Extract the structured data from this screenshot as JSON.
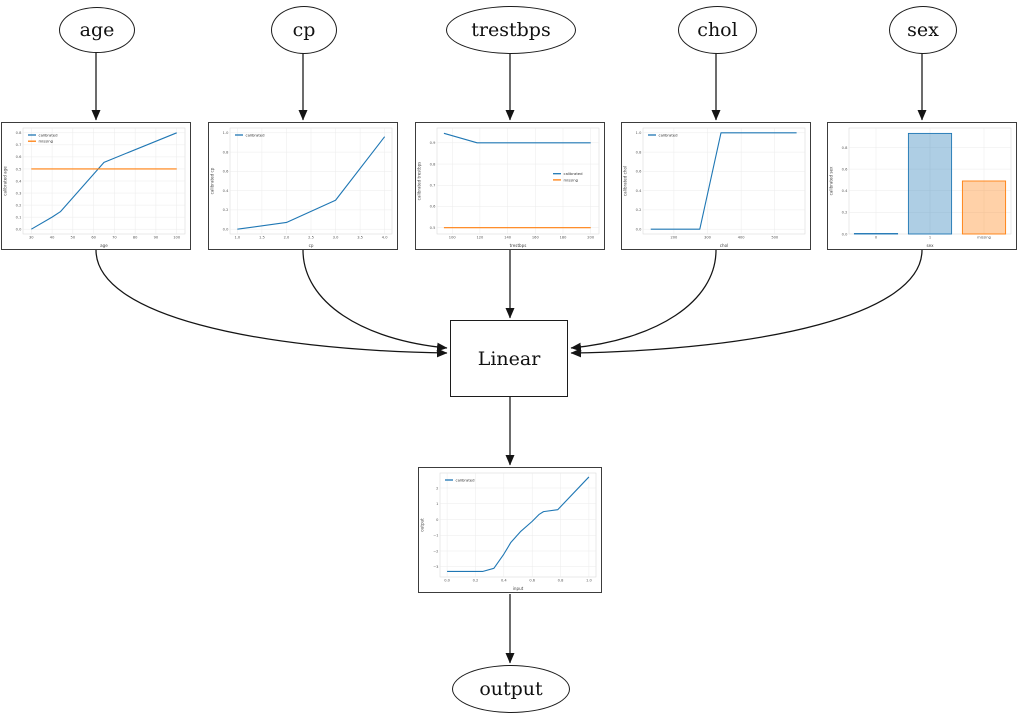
{
  "diagram": {
    "inputs": [
      "age",
      "cp",
      "trestbps",
      "chol",
      "sex"
    ],
    "combiner_label": "Linear",
    "output_label": "output"
  },
  "colors": {
    "calibrated_line": "#1f77b4",
    "missing_line": "#ff7f0e",
    "edge": "#141414",
    "grid": "#ebebeb"
  },
  "chart_data": [
    {
      "name": "age-calibration",
      "type": "line",
      "xlabel": "age",
      "ylabel": "calibrated age",
      "xlim": [
        26,
        104
      ],
      "ylim": [
        -0.04,
        0.84
      ],
      "xticks": [
        30,
        40,
        50,
        60,
        70,
        80,
        90,
        100
      ],
      "xtick_labels": [
        "30",
        "40",
        "50",
        "60",
        "70",
        "80",
        "90",
        "100"
      ],
      "yticks": [
        0.0,
        0.1,
        0.2,
        0.3,
        0.4,
        0.5,
        0.6,
        0.7,
        0.8
      ],
      "ytick_labels": [
        "0.0",
        "0.1",
        "0.2",
        "0.3",
        "0.4",
        "0.5",
        "0.6",
        "0.7",
        "0.8"
      ],
      "legend": {
        "pos": "nw",
        "entries": [
          "calibrated",
          "missing"
        ],
        "colors": [
          "#1f77b4",
          "#ff7f0e"
        ]
      },
      "series": [
        {
          "name": "calibrated",
          "color": "#1f77b4",
          "points": [
            [
              30,
              0.0
            ],
            [
              40,
              0.1
            ],
            [
              44,
              0.145
            ],
            [
              65,
              0.555
            ],
            [
              100,
              0.8
            ]
          ]
        },
        {
          "name": "missing",
          "color": "#ff7f0e",
          "points": [
            [
              30,
              0.5
            ],
            [
              100,
              0.5
            ]
          ]
        }
      ]
    },
    {
      "name": "cp-calibration",
      "type": "line",
      "xlabel": "cp",
      "ylabel": "calibrated cp",
      "xlim": [
        0.85,
        4.15
      ],
      "ylim": [
        -0.05,
        1.05
      ],
      "xticks": [
        1.0,
        1.5,
        2.0,
        2.5,
        3.0,
        3.5,
        4.0
      ],
      "xtick_labels": [
        "1.0",
        "1.5",
        "2.0",
        "2.5",
        "3.0",
        "3.5",
        "4.0"
      ],
      "yticks": [
        0.0,
        0.2,
        0.4,
        0.6,
        0.8,
        1.0
      ],
      "ytick_labels": [
        "0.0",
        "0.2",
        "0.4",
        "0.6",
        "0.8",
        "1.0"
      ],
      "legend": {
        "pos": "nw",
        "entries": [
          "calibrated"
        ],
        "colors": [
          "#1f77b4"
        ]
      },
      "series": [
        {
          "name": "calibrated",
          "color": "#1f77b4",
          "points": [
            [
              1.0,
              0.0
            ],
            [
              2.0,
              0.07
            ],
            [
              3.0,
              0.3
            ],
            [
              4.0,
              0.96
            ]
          ]
        }
      ]
    },
    {
      "name": "trestbps-calibration",
      "type": "line",
      "xlabel": "trestbps",
      "ylabel": "calibrated trestbps",
      "xlim": [
        89,
        206
      ],
      "ylim": [
        0.47,
        0.97
      ],
      "xticks": [
        100,
        120,
        140,
        160,
        180,
        200
      ],
      "xtick_labels": [
        "100",
        "120",
        "140",
        "160",
        "180",
        "200"
      ],
      "yticks": [
        0.5,
        0.6,
        0.7,
        0.8,
        0.9
      ],
      "ytick_labels": [
        "0.5",
        "0.6",
        "0.7",
        "0.8",
        "0.9"
      ],
      "legend": {
        "pos": "e",
        "entries": [
          "calibrated",
          "missing"
        ],
        "colors": [
          "#1f77b4",
          "#ff7f0e"
        ]
      },
      "series": [
        {
          "name": "calibrated",
          "color": "#1f77b4",
          "points": [
            [
              94,
              0.945
            ],
            [
              118,
              0.9
            ],
            [
              200,
              0.9
            ]
          ]
        },
        {
          "name": "missing",
          "color": "#ff7f0e",
          "points": [
            [
              94,
              0.5
            ],
            [
              200,
              0.5
            ]
          ]
        }
      ]
    },
    {
      "name": "chol-calibration",
      "type": "line",
      "xlabel": "chol",
      "ylabel": "calibrated chol",
      "xlim": [
        108,
        590
      ],
      "ylim": [
        -0.05,
        1.05
      ],
      "xticks": [
        200,
        300,
        400,
        500
      ],
      "xtick_labels": [
        "200",
        "300",
        "400",
        "500"
      ],
      "yticks": [
        0.0,
        0.2,
        0.4,
        0.6,
        0.8,
        1.0
      ],
      "ytick_labels": [
        "0.0",
        "0.2",
        "0.4",
        "0.6",
        "0.8",
        "1.0"
      ],
      "legend": {
        "pos": "nw",
        "entries": [
          "calibrated"
        ],
        "colors": [
          "#1f77b4"
        ]
      },
      "series": [
        {
          "name": "calibrated",
          "color": "#1f77b4",
          "points": [
            [
              131,
              0.0
            ],
            [
              277,
              0.0
            ],
            [
              340,
              1.0
            ],
            [
              565,
              1.0
            ]
          ]
        }
      ]
    },
    {
      "name": "sex-calibration",
      "type": "bar",
      "xlabel": "sex",
      "ylabel": "calibrated sex",
      "ylim": [
        0,
        0.98
      ],
      "categories": [
        "0",
        "1",
        "missing"
      ],
      "values": [
        0.0,
        0.93,
        0.49
      ],
      "bar_fills": [
        "#1f77b45c",
        "#1f77b45c",
        "#ff7f0e5c"
      ],
      "bar_edges": [
        "#1f77b4",
        "#1f77b4",
        "#ff7f0e"
      ],
      "yticks": [
        0.0,
        0.2,
        0.4,
        0.6,
        0.8
      ],
      "ytick_labels": [
        "0.0",
        "0.2",
        "0.4",
        "0.6",
        "0.8"
      ]
    },
    {
      "name": "output-calibration",
      "type": "line",
      "xlabel": "input",
      "ylabel": "output",
      "xlim": [
        -0.05,
        1.05
      ],
      "ylim": [
        -3.65,
        2.95
      ],
      "xticks": [
        0.0,
        0.2,
        0.4,
        0.6,
        0.8,
        1.0
      ],
      "xtick_labels": [
        "0.0",
        "0.2",
        "0.4",
        "0.6",
        "0.8",
        "1.0"
      ],
      "yticks": [
        -3,
        -2,
        -1,
        0,
        1,
        2
      ],
      "ytick_labels": [
        "−3",
        "−2",
        "−1",
        "0",
        "1",
        "2"
      ],
      "legend": {
        "pos": "nw",
        "entries": [
          "calibrated"
        ],
        "colors": [
          "#1f77b4"
        ]
      },
      "series": [
        {
          "name": "calibrated",
          "color": "#1f77b4",
          "points": [
            [
              0.0,
              -3.3
            ],
            [
              0.25,
              -3.3
            ],
            [
              0.33,
              -3.1
            ],
            [
              0.4,
              -2.2
            ],
            [
              0.45,
              -1.45
            ],
            [
              0.52,
              -0.75
            ],
            [
              0.6,
              -0.12
            ],
            [
              0.65,
              0.33
            ],
            [
              0.68,
              0.5
            ],
            [
              0.78,
              0.62
            ],
            [
              1.0,
              2.7
            ]
          ]
        }
      ]
    }
  ]
}
